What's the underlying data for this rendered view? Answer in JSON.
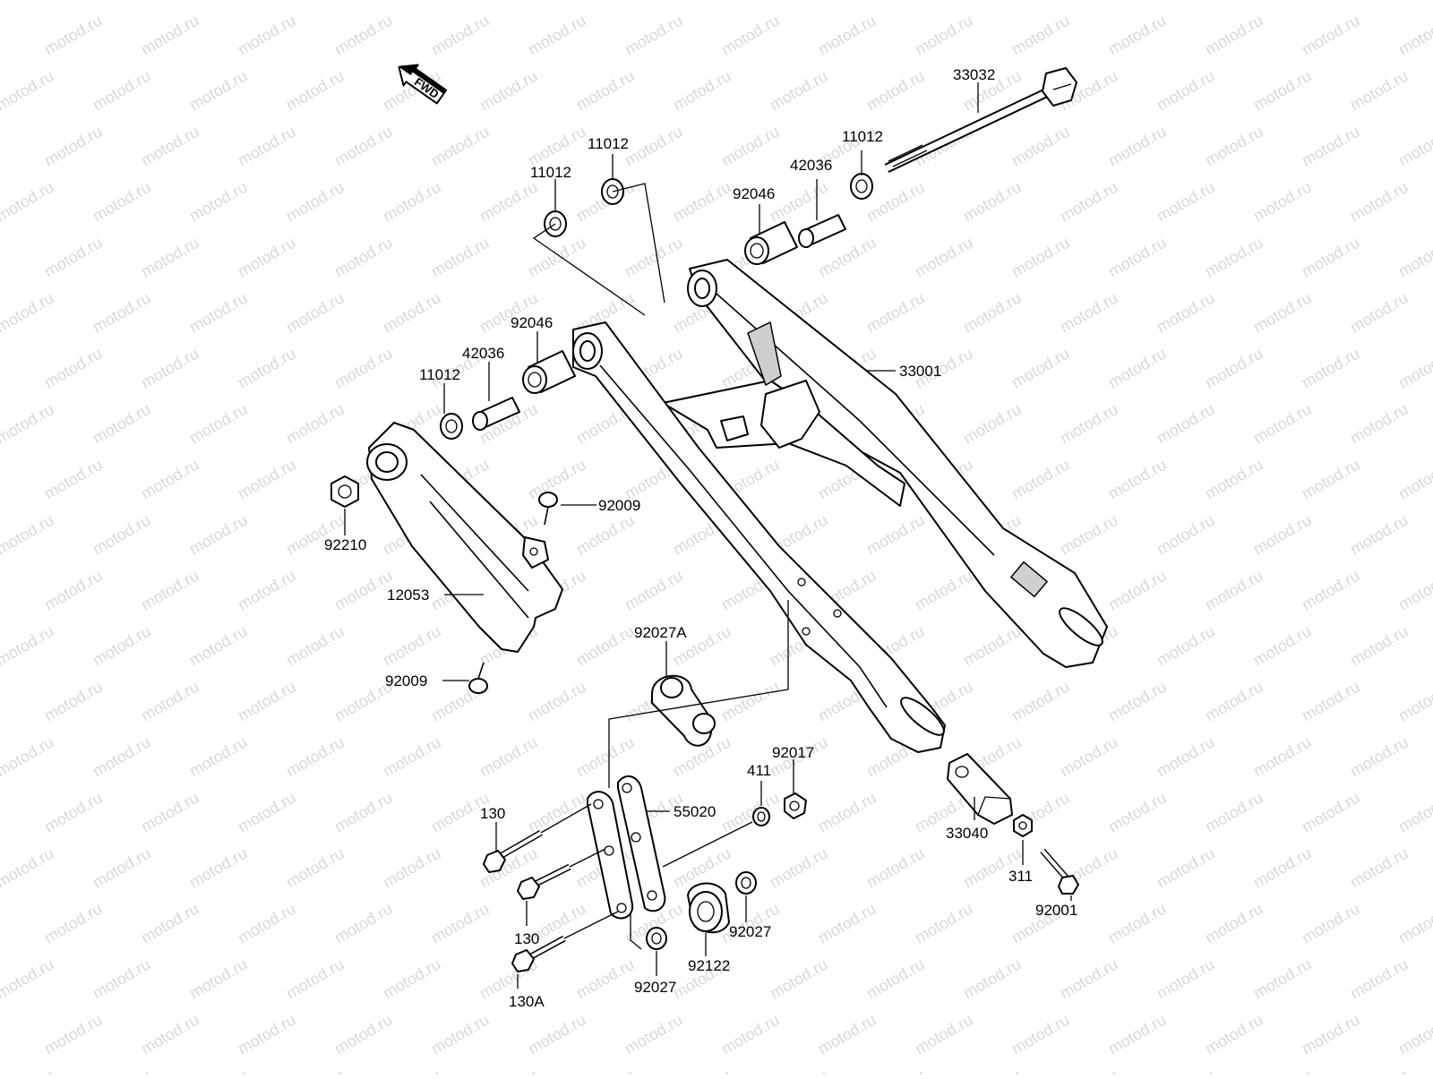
{
  "watermark": "motod.ru",
  "fwd_label": "FWD",
  "parts": {
    "p33032": "33032",
    "p11012_a": "11012",
    "p11012_b": "11012",
    "p11012_c": "11012",
    "p11012_d": "11012",
    "p42036_a": "42036",
    "p42036_b": "42036",
    "p92046_a": "92046",
    "p92046_b": "92046",
    "p33001": "33001",
    "p92210": "92210",
    "p12053": "12053",
    "p92009_a": "92009",
    "p92009_b": "92009",
    "p92027A": "92027A",
    "p55020": "55020",
    "p130_a": "130",
    "p130_b": "130",
    "p130A": "130A",
    "p92027_a": "92027",
    "p92027_b": "92027",
    "p92122": "92122",
    "p411": "411",
    "p92017": "92017",
    "p33040": "33040",
    "p311": "311",
    "p92001": "92001"
  }
}
